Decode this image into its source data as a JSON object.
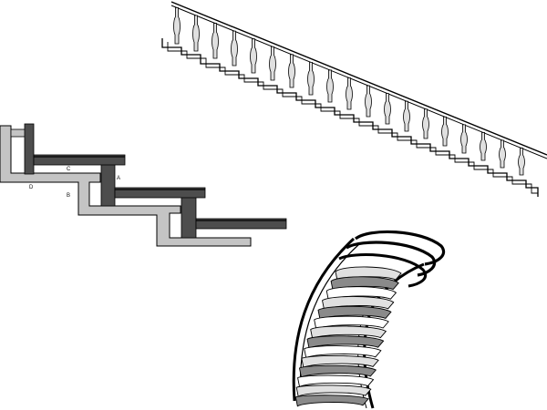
{
  "colors": {
    "dark": "#4d4d4d",
    "light": "#c4c4c4",
    "white": "#ffffff",
    "ink": "#000000",
    "mid": "#8a8a8a",
    "pale": "#e0e0e0"
  },
  "labels": {
    "a": "A",
    "b": "B",
    "c": "C",
    "d": "D"
  }
}
